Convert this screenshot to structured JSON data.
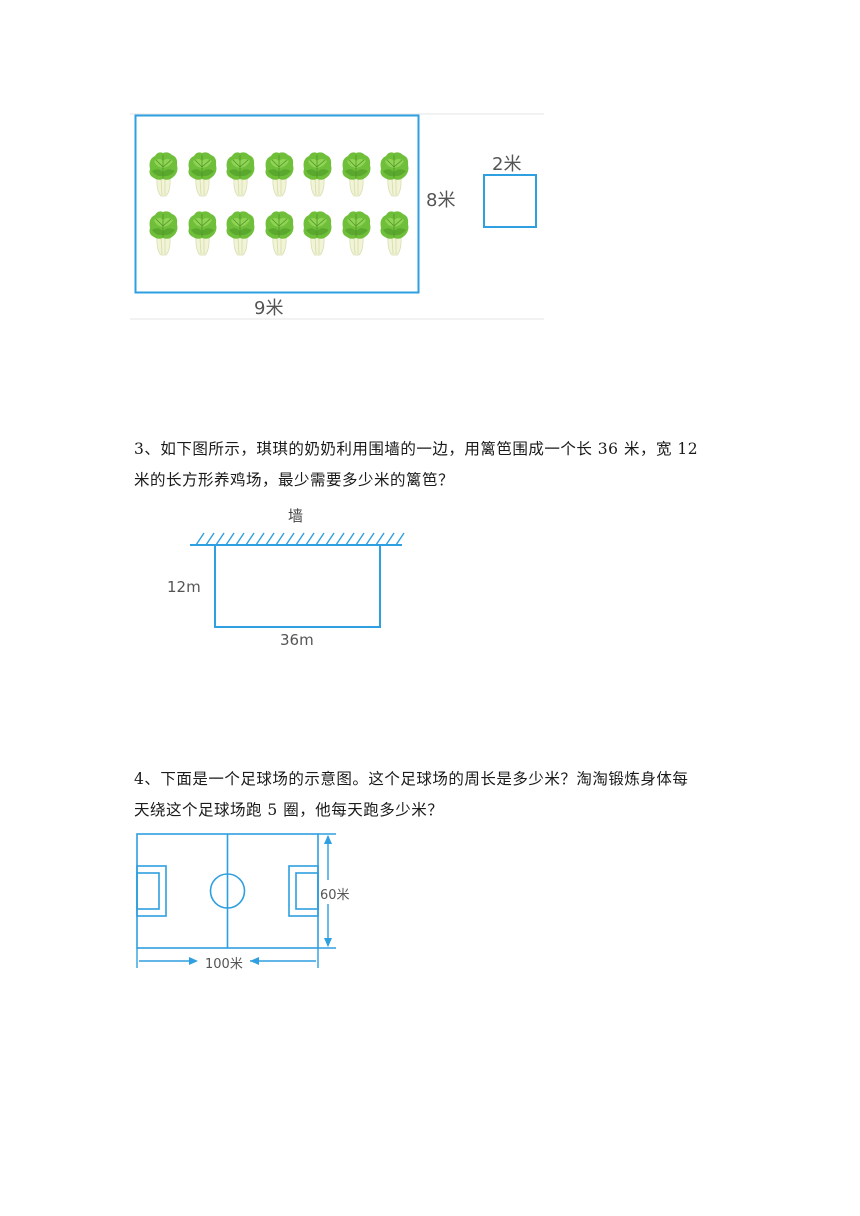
{
  "figure1": {
    "width_label": "9米",
    "height_label": "8米",
    "small_square_label": "2米",
    "plant_icon": "cabbage-icon",
    "plant_count": 14,
    "line_color": "#2e9fe0"
  },
  "problem3": {
    "text_line1": "3、如下图所示，琪琪的奶奶利用围墙的一边，用篱笆围成一个长 36 米，宽 12",
    "text_line2": "米的长方形养鸡场，最少需要多少米的篱笆？",
    "wall_label": "墙",
    "width_label": "12m",
    "length_label": "36m"
  },
  "problem4": {
    "text_line1": "4、下面是一个足球场的示意图。这个足球场的周长是多少米？淘淘锻炼身体每",
    "text_line2": "天绕这个足球场跑 5 圈，他每天跑多少米？",
    "width_label": "60米",
    "length_label": "100米"
  }
}
